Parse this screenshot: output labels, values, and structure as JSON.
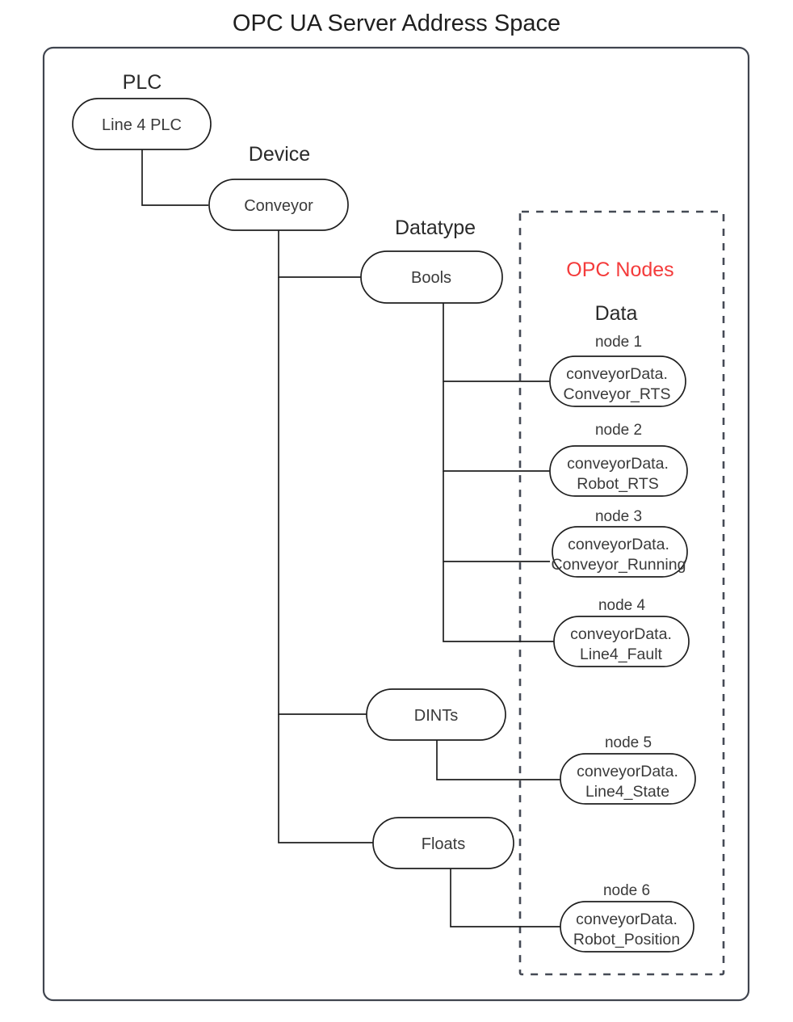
{
  "title": "OPC UA Server Address Space",
  "frame": {
    "name": "server-address-space-frame"
  },
  "opc_region": {
    "heading": "OPC Nodes",
    "subheading": "Data",
    "heading_color": "#f43b3b"
  },
  "tree": {
    "captions": {
      "plc": "PLC",
      "device": "Device",
      "datatype": "Datatype"
    },
    "plc_node": {
      "label": "Line 4 PLC"
    },
    "device_node": {
      "label": "Conveyor"
    },
    "datatype_nodes": [
      {
        "label": "Bools"
      },
      {
        "label": "DINTs"
      },
      {
        "label": "Floats"
      }
    ]
  },
  "opc_nodes": [
    {
      "caption": "node 1",
      "line1": "conveyorData.",
      "line2": "Conveyor_RTS",
      "parent": "Bools"
    },
    {
      "caption": "node 2",
      "line1": "conveyorData.",
      "line2": "Robot_RTS",
      "parent": "Bools"
    },
    {
      "caption": "node 3",
      "line1": "conveyorData.",
      "line2": "Conveyor_Running",
      "parent": "Bools"
    },
    {
      "caption": "node 4",
      "line1": "conveyorData.",
      "line2": "Line4_Fault",
      "parent": "Bools"
    },
    {
      "caption": "node 5",
      "line1": "conveyorData.",
      "line2": "Line4_State",
      "parent": "DINTs"
    },
    {
      "caption": "node 6",
      "line1": "conveyorData.",
      "line2": "Robot_Position",
      "parent": "Floats"
    }
  ]
}
